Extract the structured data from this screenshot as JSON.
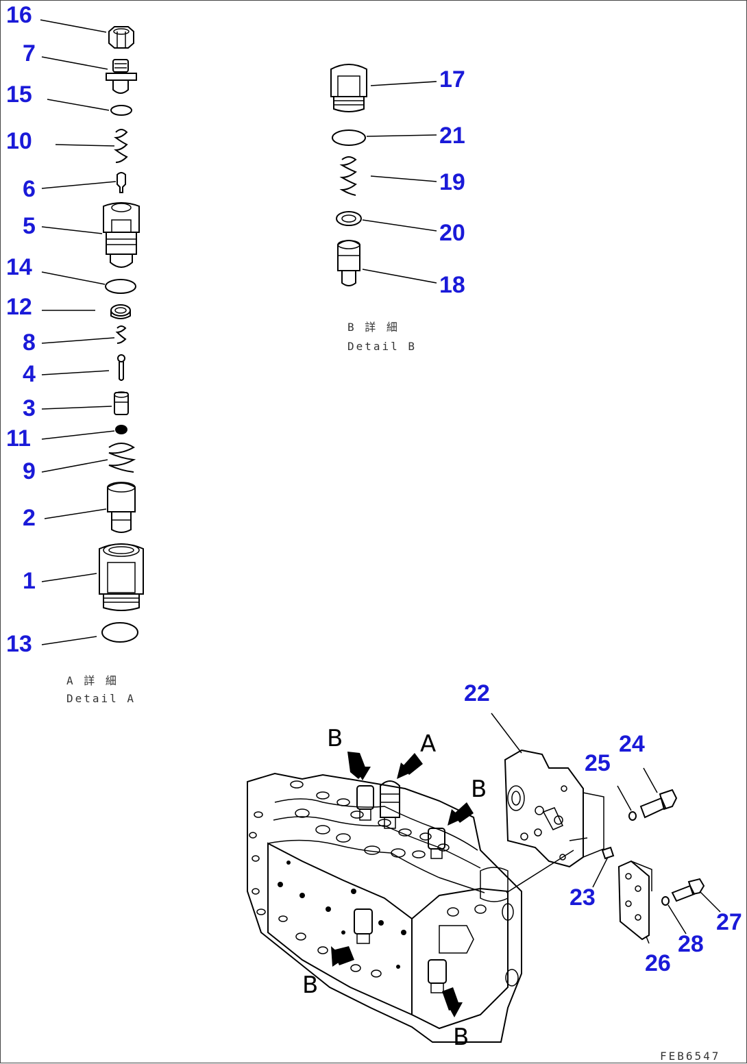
{
  "colors": {
    "callout": "#1a1ad8",
    "line": "#000000",
    "background": "#ffffff"
  },
  "callouts": {
    "c1": "1",
    "c2": "2",
    "c3": "3",
    "c4": "4",
    "c5": "5",
    "c6": "6",
    "c7": "7",
    "c8": "8",
    "c9": "9",
    "c10": "10",
    "c11": "11",
    "c12": "12",
    "c13": "13",
    "c14": "14",
    "c15": "15",
    "c16": "16",
    "c17": "17",
    "c18": "18",
    "c19": "19",
    "c20": "20",
    "c21": "21",
    "c22": "22",
    "c23": "23",
    "c24": "24",
    "c25": "25",
    "c26": "26",
    "c27": "27",
    "c28": "28"
  },
  "view_letters": {
    "a": "A",
    "b": "B"
  },
  "captions": {
    "detail_a_jp": "A 詳 細",
    "detail_a_en": "Detail A",
    "detail_b_jp": "B 詳 細",
    "detail_b_en": "Detail B"
  },
  "drawing_code": "FEB6547"
}
